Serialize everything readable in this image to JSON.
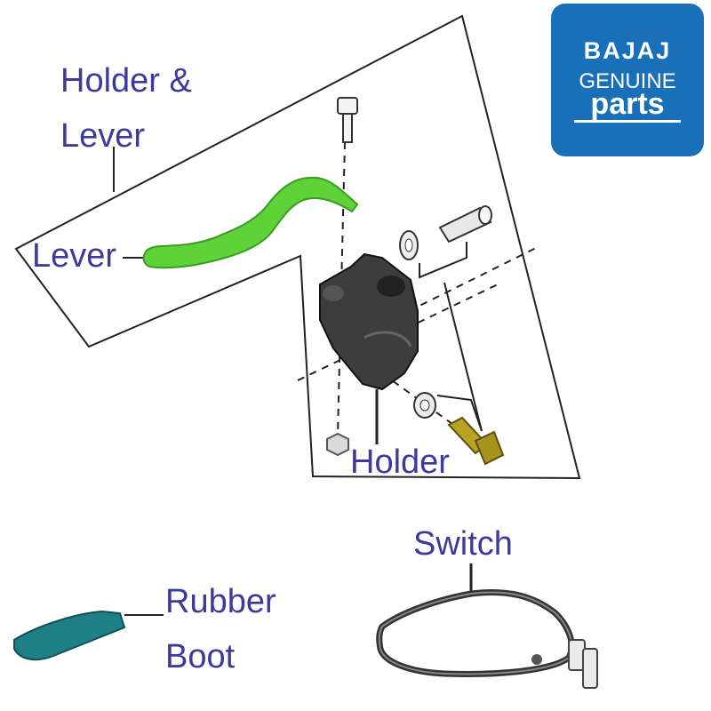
{
  "labels": {
    "holder_lever": "Holder &\nLever",
    "lever": "Lever",
    "holder": "Holder",
    "switch": "Switch",
    "rubber_boot": "Rubber\nBoot"
  },
  "logo": {
    "brand": "BAJAJ",
    "line2": "GENUINE",
    "line3": "parts",
    "background": "#1a70b8"
  },
  "colors": {
    "label_text": "#3d3a9c",
    "lever_part": "#5fd23a",
    "holder_part": "#3a3a3a",
    "rubber_boot": "#1f7f86",
    "bolt": "#b9a325"
  }
}
